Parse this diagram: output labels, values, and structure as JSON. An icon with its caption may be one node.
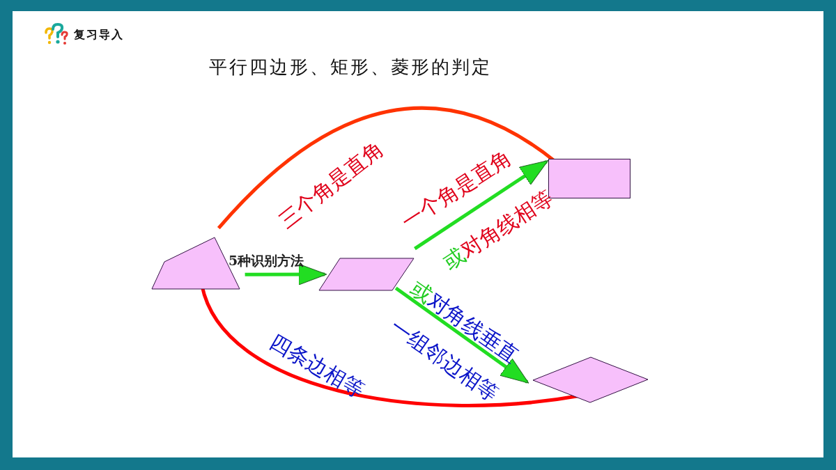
{
  "diagram": {
    "title": "平行四边形、矩形、菱形的判定",
    "nodes": [
      {
        "text": [],
        "shape": "quadrilateral"
      },
      {
        "text": [],
        "shape": "parallelogram"
      },
      {
        "text": [],
        "shape": "box"
      },
      {
        "text": [],
        "shape": "diamond"
      }
    ],
    "edges": [
      {
        "from": 0,
        "to": 1,
        "arrow": "to",
        "label": "5种识别方法",
        "color": "#22dd22"
      },
      {
        "from": 1,
        "to": 2,
        "arrow": "to",
        "label": "一个角是直角",
        "color": "#22dd22"
      },
      {
        "from": 1,
        "to": 3,
        "arrow": "to",
        "label": "一组邻边相等",
        "color": "#22dd22"
      },
      {
        "from": 0,
        "to": 2,
        "arrow": "none",
        "label": "三个角是直角",
        "color": "#ff3300"
      },
      {
        "from": 3,
        "to": 0,
        "arrow": "none",
        "label": "四条边相等",
        "color": "#ff0000"
      }
    ],
    "labels": [
      "复习导入",
      "或对角线相等",
      "或对角线垂直"
    ]
  }
}
